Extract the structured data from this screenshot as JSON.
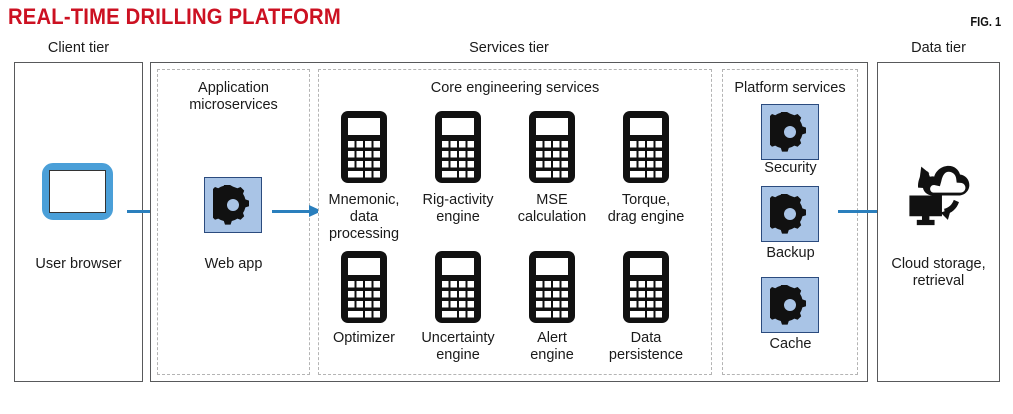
{
  "header": {
    "title": "REAL-TIME DRILLING PLATFORM",
    "figure_label": "FIG. 1",
    "title_color": "#cc1122"
  },
  "colors": {
    "accent_blue": "#2a7fbd",
    "tile_fill": "#a9c4e6",
    "tile_border": "#2b4b7e",
    "browser_blue": "#4a9fd8",
    "panel_border": "#58595b",
    "dashed_border": "#b4b4b4"
  },
  "tiers": [
    {
      "id": "client",
      "caption": "Client tier"
    },
    {
      "id": "services",
      "caption": "Services tier"
    },
    {
      "id": "data",
      "caption": "Data tier"
    }
  ],
  "client_tier": {
    "node": {
      "label": "User browser",
      "icon": "browser-icon"
    }
  },
  "services_tier": {
    "groups": [
      {
        "id": "app-microservices",
        "caption": "Application\nmicroservices"
      },
      {
        "id": "core-engineering",
        "caption": "Core engineering services"
      },
      {
        "id": "platform-services",
        "caption": "Platform services"
      }
    ],
    "app_microservices": {
      "nodes": [
        {
          "label": "Web app",
          "icon": "gear-icon"
        }
      ]
    },
    "core_engineering": {
      "row1": [
        {
          "label": "Mnemonic,\ndata\nprocessing",
          "icon": "calculator-icon"
        },
        {
          "label": "Rig-activity\nengine",
          "icon": "calculator-icon"
        },
        {
          "label": "MSE\ncalculation",
          "icon": "calculator-icon"
        },
        {
          "label": "Torque,\ndrag engine",
          "icon": "calculator-icon"
        }
      ],
      "row2": [
        {
          "label": "Optimizer",
          "icon": "calculator-icon"
        },
        {
          "label": "Uncertainty\nengine",
          "icon": "calculator-icon"
        },
        {
          "label": "Alert\nengine",
          "icon": "calculator-icon"
        },
        {
          "label": "Data\npersistence",
          "icon": "calculator-icon"
        }
      ]
    },
    "platform_services": {
      "nodes": [
        {
          "label": "Security",
          "icon": "gear-icon"
        },
        {
          "label": "Backup",
          "icon": "gear-icon"
        },
        {
          "label": "Cache",
          "icon": "gear-icon"
        }
      ]
    }
  },
  "data_tier": {
    "node": {
      "label": "Cloud storage,\nretrieval",
      "icon": "cloud-storage-icon"
    }
  },
  "arrows": [
    {
      "id": "browser-to-webapp",
      "icon": "arrow-right-icon"
    },
    {
      "id": "webapp-to-core",
      "icon": "arrow-right-icon"
    },
    {
      "id": "platform-to-cloud",
      "icon": "arrow-right-icon"
    }
  ]
}
